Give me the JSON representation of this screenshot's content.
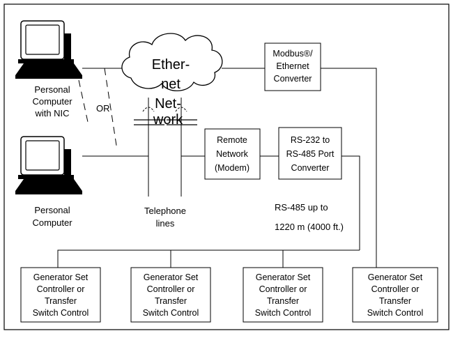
{
  "pc_top": {
    "line1": "Personal",
    "line2": "Computer",
    "line3": "with NIC"
  },
  "pc_bottom": {
    "line1": "Personal",
    "line2": "Computer"
  },
  "or_label": "OR",
  "cloud": {
    "line1": "Ether-",
    "line2": "net",
    "line3": "Net-",
    "line4": "work"
  },
  "modbus_converter": {
    "line1": "Modbus®/",
    "line2": "Ethernet",
    "line3": "Converter"
  },
  "remote_network": {
    "line1": "Remote",
    "line2": "Network",
    "line3": "(Modem)"
  },
  "rs232_converter": {
    "line1": "RS-232 to",
    "line2": "RS-485 Port",
    "line3": "Converter"
  },
  "telephone": {
    "line1": "Telephone",
    "line2": "lines"
  },
  "rs485_note": {
    "line1": "RS-485 up to",
    "line2": "1220 m (4000 ft.)"
  },
  "controllers": [
    {
      "line1": "Generator Set",
      "line2": "Controller or",
      "line3": "Transfer",
      "line4": "Switch Control"
    },
    {
      "line1": "Generator Set",
      "line2": "Controller or",
      "line3": "Transfer",
      "line4": "Switch Control"
    },
    {
      "line1": "Generator Set",
      "line2": "Controller or",
      "line3": "Transfer",
      "line4": "Switch Control"
    },
    {
      "line1": "Generator Set",
      "line2": "Controller or",
      "line3": "Transfer",
      "line4": "Switch Control"
    }
  ]
}
